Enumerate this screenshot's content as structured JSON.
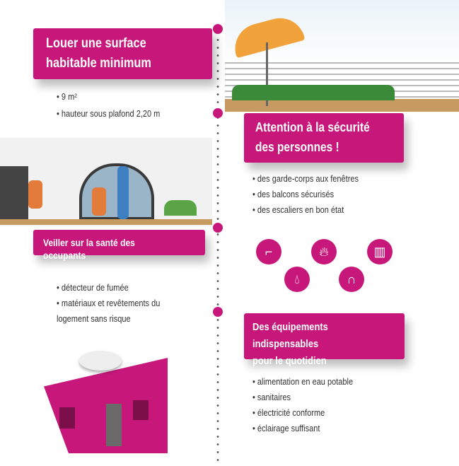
{
  "sections": [
    {
      "title_lines": [
        "Louer une surface",
        "habitable minimum"
      ],
      "items": [
        "9 m²",
        "hauteur sous plafond 2,20 m"
      ]
    },
    {
      "title_lines": [
        "Attention à la sécurité",
        "des personnes !"
      ],
      "items": [
        "des garde-corps aux fenêtres",
        "des balcons sécurisés",
        "des escaliers en bon état"
      ]
    },
    {
      "title_lines": [
        "Veiller sur la santé des occupants"
      ],
      "items": [
        "détecteur de fumée",
        "matériaux et revêtements du",
        "logement sans risque"
      ]
    },
    {
      "title_lines": [
        "Des équipements indispensables",
        "pour le quotidien"
      ],
      "items": [
        "alimentation en eau potable",
        "sanitaires",
        "électricité conforme",
        "éclairage suffisant"
      ]
    }
  ],
  "icons": [
    "faucet-icon",
    "flame-icon",
    "radiator-valve-icon",
    "water-drop-icon",
    "drain-pipe-icon"
  ],
  "colors": {
    "accent": "#c8177a"
  }
}
